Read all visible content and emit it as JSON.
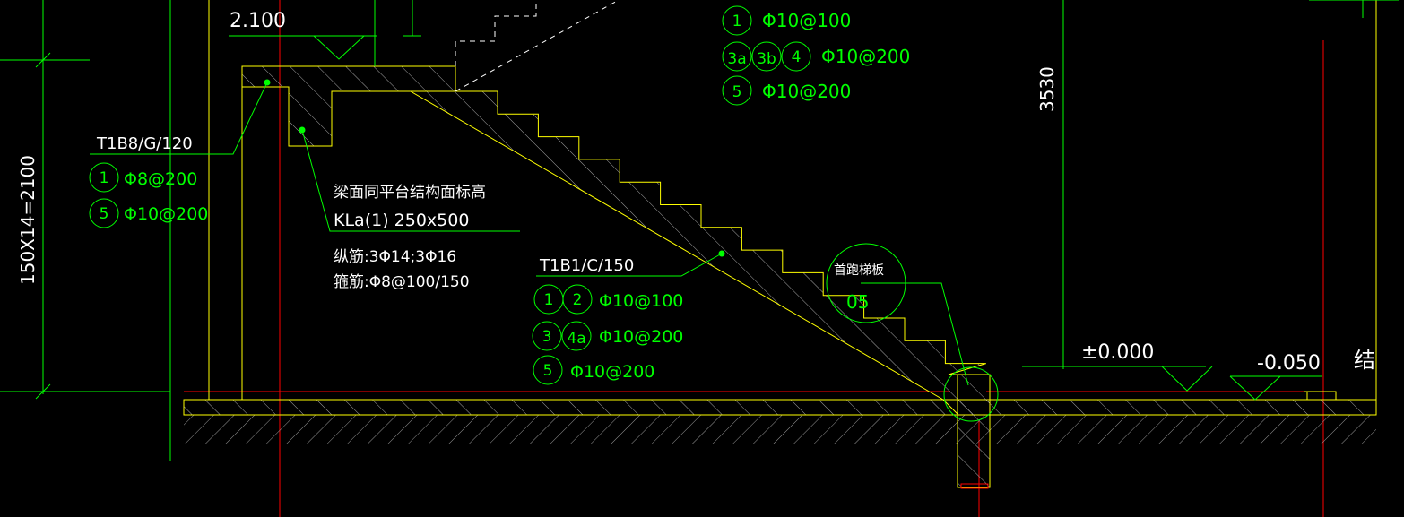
{
  "colors": {
    "background": "#000000",
    "structure": "#ffff00",
    "rebar_text": "#00ff00",
    "leader": "#00ff00",
    "white_text": "#ffffff",
    "axis_line": "#ff0000",
    "dimension": "#00ff00",
    "hatch": "#ffffff"
  },
  "elevations": {
    "top_platform": "2.100",
    "ground": "±0.000",
    "outside": "-0.050",
    "right_cut_char": "结"
  },
  "dimensions": {
    "left_vertical": "150X14=2100",
    "right_vertical": "3530"
  },
  "top_rebar": [
    {
      "marks": [
        "1"
      ],
      "spec": "Φ10@100"
    },
    {
      "marks": [
        "3a",
        "3b",
        "4"
      ],
      "spec": "Φ10@200"
    },
    {
      "marks": [
        "5"
      ],
      "spec": "Φ10@200"
    }
  ],
  "platform_slab": {
    "label": "T1B8/G/120",
    "rebar": [
      {
        "marks": [
          "1"
        ],
        "spec": "Φ8@200"
      },
      {
        "marks": [
          "5"
        ],
        "spec": "Φ10@200"
      }
    ]
  },
  "beam": {
    "note": "梁面同平台结构面标高",
    "label": "KLa(1) 250x500",
    "long_bars": "纵筋:3Φ14;3Φ16",
    "stirrups": "箍筋:Φ8@100/150"
  },
  "stair_slab": {
    "label": "T1B1/C/150",
    "rebar": [
      {
        "marks": [
          "1",
          "2"
        ],
        "spec": "Φ10@100"
      },
      {
        "marks": [
          "3",
          "4a"
        ],
        "spec": "Φ10@200"
      },
      {
        "marks": [
          "5"
        ],
        "spec": "Φ10@200"
      }
    ]
  },
  "detail_callout": {
    "title": "首跑梯板",
    "number": "05"
  }
}
